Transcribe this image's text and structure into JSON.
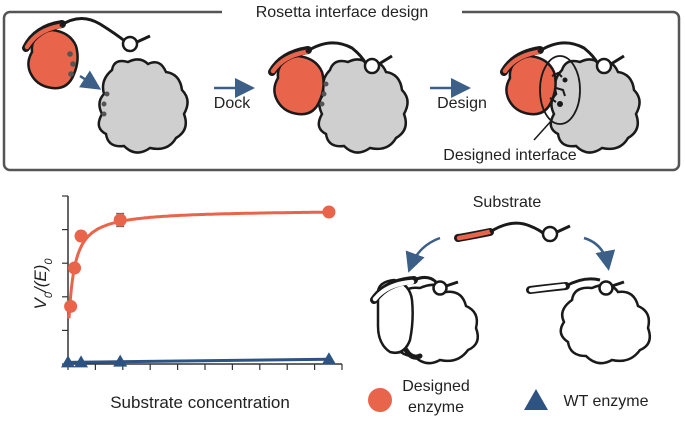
{
  "design_panel": {
    "title": "Rosetta interface design",
    "step_dock": "Dock",
    "step_design": "Design",
    "callout": "Designed interface"
  },
  "substrate_panel": {
    "label": "Substrate"
  },
  "legend": {
    "designed_line1": "Designed",
    "designed_line2": "enzyme",
    "wt": "WT enzyme"
  },
  "colors": {
    "designed": "#e8644a",
    "wt": "#2d5383",
    "enzyme_fill": "#cfcfcf",
    "outline": "#1a1a1a",
    "arrow": "#3c5f87"
  },
  "chart_data": {
    "type": "scatter",
    "xlabel": "Substrate concentration",
    "ylabel_main": "V",
    "ylabel_sub1": "0",
    "ylabel_mid": "/(E)",
    "ylabel_sub2": "0",
    "xlim": [
      0,
      1.05
    ],
    "ylim": [
      0,
      1.05
    ],
    "series": [
      {
        "name": "Designed enzyme",
        "marker": "circle",
        "points": [
          [
            0.01,
            0.36
          ],
          [
            0.025,
            0.6
          ],
          [
            0.05,
            0.8
          ],
          [
            0.2,
            0.9
          ],
          [
            1.0,
            0.95
          ]
        ],
        "errors": [
          0,
          0,
          0.03,
          0.04,
          0
        ],
        "curve": "saturation"
      },
      {
        "name": "WT enzyme",
        "marker": "triangle",
        "points": [
          [
            0.0,
            0.01
          ],
          [
            0.05,
            0.01
          ],
          [
            0.2,
            0.015
          ],
          [
            1.0,
            0.03
          ]
        ],
        "curve": "linear"
      }
    ]
  }
}
